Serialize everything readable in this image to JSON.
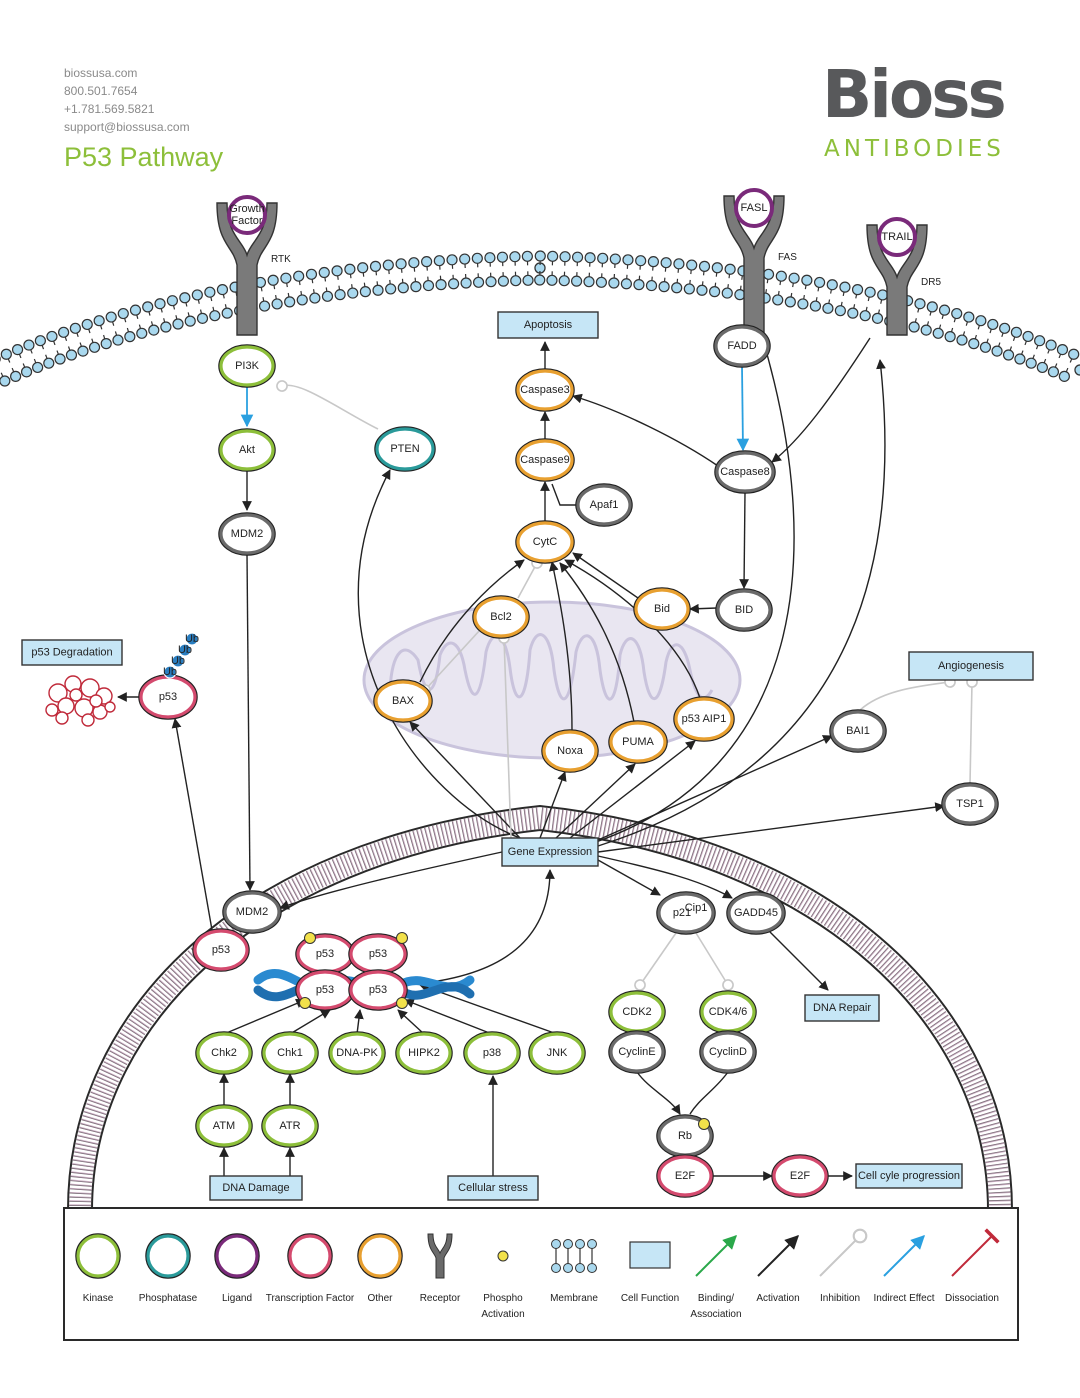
{
  "header": {
    "website": "biossusa.com",
    "phone1": "800.501.7654",
    "phone2": "+1.781.569.5821",
    "email": "support@biossusa.com",
    "title": "P53 Pathway"
  },
  "logo": {
    "main": "Bioss",
    "sub": "ANTIBODIES",
    "main_color": "#58595b",
    "sub_color": "#8dbf3a"
  },
  "colors": {
    "kinase": "#8dbf3a",
    "phosphatase": "#2a9a9a",
    "ligand": "#7a2a7a",
    "transcription_factor": "#d44a6e",
    "other": "#e8a030",
    "receptor": "#6a6a6a",
    "membrane_head": "#a9d8ee",
    "cell_function": "#c6e6f6",
    "binding": "#2aa84a",
    "activation": "#222222",
    "inhibition": "#c8c8c8",
    "indirect": "#2aa0e0",
    "dissociation": "#c02a3a",
    "nucleus": "#c9a8c0"
  },
  "receptors": [
    {
      "id": "rtk",
      "label": "RTK",
      "ligand": "Growth Factor"
    },
    {
      "id": "fas",
      "label": "FAS",
      "ligand": "FASL"
    },
    {
      "id": "dr5",
      "label": "DR5",
      "ligand": "TRAIL"
    }
  ],
  "nodes": [
    {
      "id": "pi3k",
      "label": "PI3K",
      "type": "kinase"
    },
    {
      "id": "akt",
      "label": "Akt",
      "type": "kinase"
    },
    {
      "id": "mdm2a",
      "label": "MDM2",
      "type": "receptor"
    },
    {
      "id": "pten",
      "label": "PTEN",
      "type": "phosphatase"
    },
    {
      "id": "p53deg",
      "label": "p53",
      "type": "transcription_factor"
    },
    {
      "id": "fadd",
      "label": "FADD",
      "type": "receptor"
    },
    {
      "id": "casp8",
      "label": "Caspase8",
      "type": "receptor"
    },
    {
      "id": "bid2",
      "label": "BID",
      "type": "receptor"
    },
    {
      "id": "casp3",
      "label": "Caspase3",
      "type": "other"
    },
    {
      "id": "casp9",
      "label": "Caspase9",
      "type": "other"
    },
    {
      "id": "apaf1",
      "label": "Apaf1",
      "type": "receptor"
    },
    {
      "id": "cytc",
      "label": "CytC",
      "type": "other"
    },
    {
      "id": "bid",
      "label": "Bid",
      "type": "other"
    },
    {
      "id": "bcl2",
      "label": "Bcl2",
      "type": "other"
    },
    {
      "id": "bax",
      "label": "BAX",
      "type": "other"
    },
    {
      "id": "noxa",
      "label": "Noxa",
      "type": "other"
    },
    {
      "id": "puma",
      "label": "PUMA",
      "type": "other"
    },
    {
      "id": "p53aip1",
      "label": "p53 AIP1",
      "type": "other"
    },
    {
      "id": "bai1",
      "label": "BAI1",
      "type": "receptor"
    },
    {
      "id": "tsp1",
      "label": "TSP1",
      "type": "receptor"
    },
    {
      "id": "mdm2b",
      "label": "MDM2",
      "type": "receptor"
    },
    {
      "id": "p53n",
      "label": "p53",
      "type": "transcription_factor"
    },
    {
      "id": "p53t1",
      "label": "p53",
      "type": "transcription_factor"
    },
    {
      "id": "p53t2",
      "label": "p53",
      "type": "transcription_factor"
    },
    {
      "id": "p53t3",
      "label": "p53",
      "type": "transcription_factor"
    },
    {
      "id": "p53t4",
      "label": "p53",
      "type": "transcription_factor"
    },
    {
      "id": "p21",
      "label": "p21",
      "type": "receptor"
    },
    {
      "id": "gadd45",
      "label": "GADD45",
      "type": "receptor"
    },
    {
      "id": "chk2",
      "label": "Chk2",
      "type": "kinase"
    },
    {
      "id": "chk1",
      "label": "Chk1",
      "type": "kinase"
    },
    {
      "id": "dnapk",
      "label": "DNA-PK",
      "type": "kinase"
    },
    {
      "id": "hipk2",
      "label": "HIPK2",
      "type": "kinase"
    },
    {
      "id": "p38",
      "label": "p38",
      "type": "kinase"
    },
    {
      "id": "jnk",
      "label": "JNK",
      "type": "kinase"
    },
    {
      "id": "atm",
      "label": "ATM",
      "type": "kinase"
    },
    {
      "id": "atr",
      "label": "ATR",
      "type": "kinase"
    },
    {
      "id": "cdk2",
      "label": "CDK2",
      "type": "kinase"
    },
    {
      "id": "cdk46",
      "label": "CDK4/6",
      "type": "kinase"
    },
    {
      "id": "cycline",
      "label": "CyclinE",
      "type": "receptor"
    },
    {
      "id": "cyclind",
      "label": "CyclinD",
      "type": "receptor"
    },
    {
      "id": "rb",
      "label": "Rb",
      "type": "receptor"
    },
    {
      "id": "e2f1",
      "label": "E2F",
      "type": "transcription_factor"
    },
    {
      "id": "e2f2",
      "label": "E2F",
      "type": "transcription_factor"
    }
  ],
  "p21_superscript": "Cip1",
  "ubiquitin_label": "Ub",
  "boxes": [
    {
      "id": "apoptosis",
      "label": "Apoptosis"
    },
    {
      "id": "p53degbox",
      "label": "p53 Degradation"
    },
    {
      "id": "angio",
      "label": "Angiogenesis"
    },
    {
      "id": "geneexp",
      "label": "Gene Expression"
    },
    {
      "id": "dnarepair",
      "label": "DNA Repair"
    },
    {
      "id": "dnadamage",
      "label": "DNA Damage"
    },
    {
      "id": "cellstress",
      "label": "Cellular stress"
    },
    {
      "id": "cellcycle",
      "label": "Cell cyle progression"
    }
  ],
  "legend": {
    "items": [
      {
        "label": "Kinase",
        "kind": "kinase"
      },
      {
        "label": "Phosphatase",
        "kind": "phosphatase"
      },
      {
        "label": "Ligand",
        "kind": "ligand"
      },
      {
        "label": "Transcription Factor",
        "kind": "transcription_factor"
      },
      {
        "label": "Other",
        "kind": "other"
      },
      {
        "label": "Receptor",
        "kind": "receptor_icon"
      },
      {
        "label": "Phospho\nActivation",
        "kind": "phospho"
      },
      {
        "label": "Membrane",
        "kind": "membrane"
      },
      {
        "label": "Cell Function",
        "kind": "cellfunc"
      },
      {
        "label": "Binding/\nAssociation",
        "kind": "binding"
      },
      {
        "label": "Activation",
        "kind": "activation"
      },
      {
        "label": "Inhibition",
        "kind": "inhibition"
      },
      {
        "label": "Indirect Effect",
        "kind": "indirect"
      },
      {
        "label": "Dissociation",
        "kind": "dissociation"
      }
    ]
  }
}
